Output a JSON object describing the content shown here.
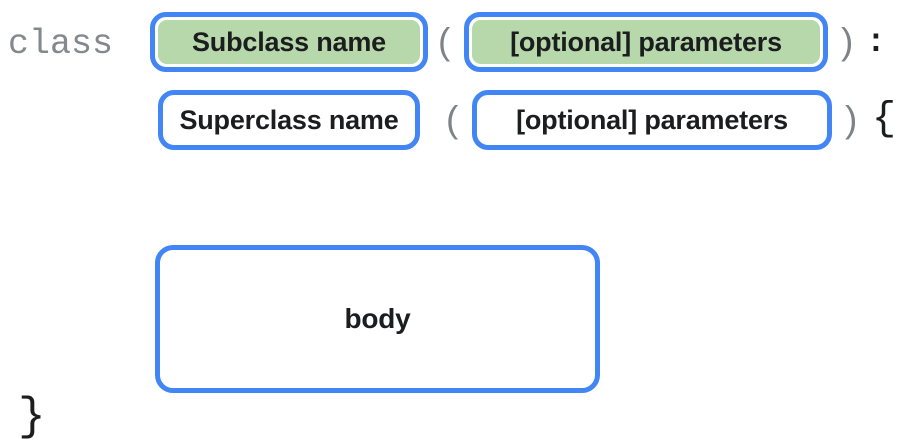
{
  "colors": {
    "border_blue": "#4285F4",
    "fill_green": "#B6D8AA",
    "fill_white": "#FFFFFF",
    "keyword_gray": "#85898D",
    "paren_gray": "#7F8388",
    "text_black": "#1C1D1F",
    "canvas_white": "#FFFFFF"
  },
  "line1": {
    "keyword": "class",
    "subclass_label": "Subclass name",
    "open_paren": "(",
    "params_label": "[optional] parameters",
    "close_paren": ")",
    "colon": ":"
  },
  "line2": {
    "superclass_label": "Superclass name",
    "open_paren": "(",
    "params_label": "[optional] parameters",
    "close_paren": ")",
    "open_brace": "{"
  },
  "body": {
    "label": "body"
  },
  "close_brace": "}"
}
